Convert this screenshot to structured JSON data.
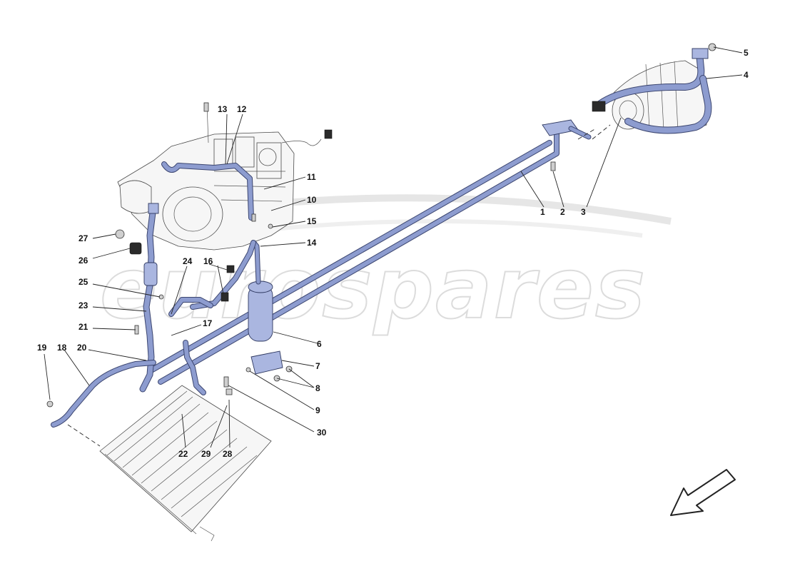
{
  "watermark": {
    "text": "eurospares"
  },
  "callouts": [
    "1",
    "2",
    "3",
    "4",
    "5",
    "6",
    "7",
    "8",
    "9",
    "10",
    "11",
    "12",
    "13",
    "14",
    "15",
    "16",
    "17",
    "18",
    "19",
    "20",
    "21",
    "22",
    "23",
    "24",
    "25",
    "26",
    "27",
    "28",
    "29",
    "30"
  ],
  "colors": {
    "hose": "#8d9ccf",
    "hose_edge": "#3c4670",
    "line": "#222222"
  },
  "icons": {
    "direction_arrow": "direction-arrow-icon"
  }
}
